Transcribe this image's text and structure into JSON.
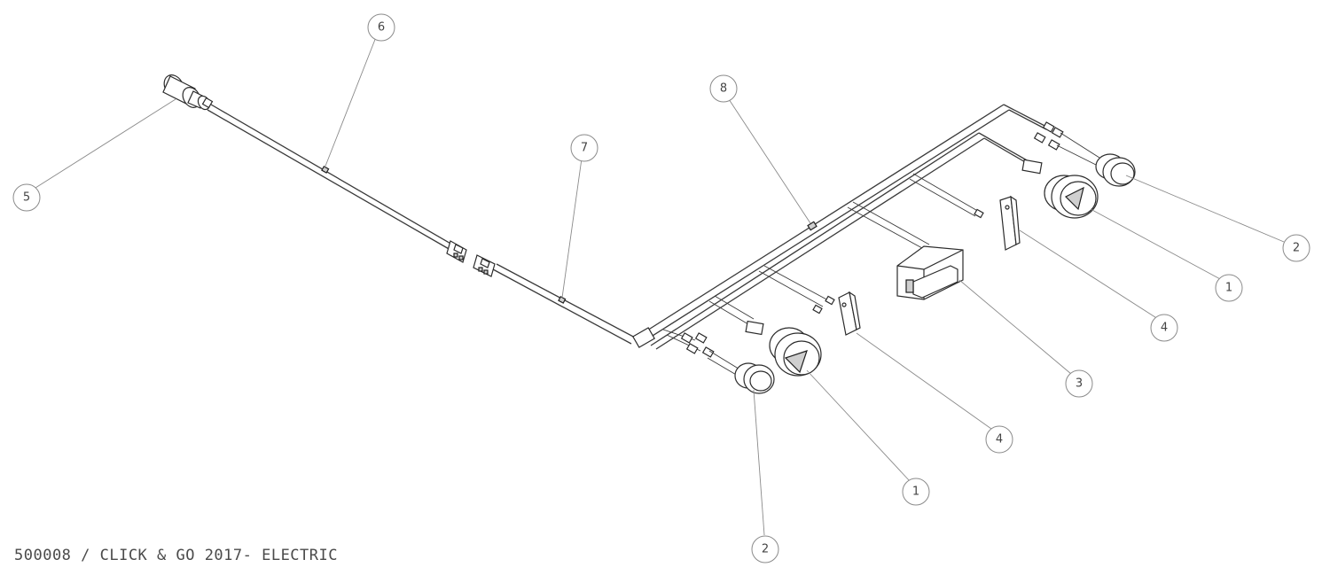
{
  "caption": "500008 / CLICK & GO 2017- ELECTRIC",
  "callouts": [
    {
      "id": "callout-6",
      "label": "6"
    },
    {
      "id": "callout-5",
      "label": "5"
    },
    {
      "id": "callout-7",
      "label": "7"
    },
    {
      "id": "callout-8",
      "label": "8"
    },
    {
      "id": "callout-2-right",
      "label": "2"
    },
    {
      "id": "callout-1-right",
      "label": "1"
    },
    {
      "id": "callout-4-right",
      "label": "4"
    },
    {
      "id": "callout-3",
      "label": "3"
    },
    {
      "id": "callout-4-left",
      "label": "4"
    },
    {
      "id": "callout-1-left",
      "label": "1"
    },
    {
      "id": "callout-2-left",
      "label": "2"
    }
  ]
}
